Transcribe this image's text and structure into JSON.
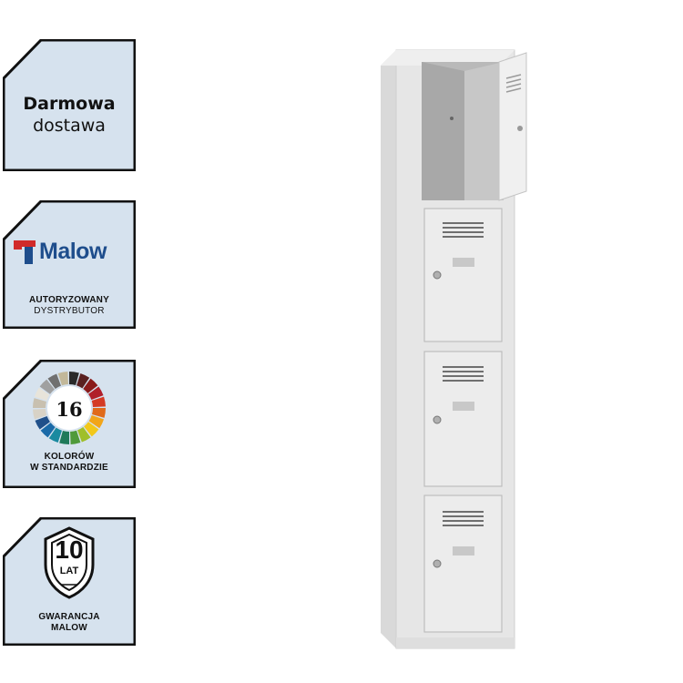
{
  "badges": {
    "delivery": {
      "line1": "Darmowa",
      "line2": "dostawa"
    },
    "distributor": {
      "brand": "Malow",
      "line1": "AUTORYZOWANY",
      "line2": "DYSTRYBUTOR"
    },
    "colors": {
      "count": "16",
      "line1": "KOLORÓW",
      "line2": "W STANDARDZIE"
    },
    "warranty": {
      "years": "10",
      "unit": "LAT",
      "line1": "GWARANCJA",
      "line2": "MALOW"
    }
  },
  "colors": {
    "badge_fill": "#d6e2ee",
    "badge_stroke": "#111111",
    "brand_blue": "#1e4d8c",
    "brand_red": "#d12a2a",
    "locker_body": "#e6e6e6",
    "locker_door": "#ececec"
  },
  "palette": [
    "#2a2a2a",
    "#5a2020",
    "#8a1a1a",
    "#b01f2a",
    "#d43a24",
    "#e06a1a",
    "#f2a51a",
    "#f2c81a",
    "#9fbf2a",
    "#4f9a3a",
    "#1f7a5a",
    "#1a8aa0",
    "#1a6aa8",
    "#20508a",
    "#d8d2c6",
    "#c8c0b0",
    "#e8e4da",
    "#a0a0a0",
    "#707070",
    "#c2b89a"
  ],
  "icons": {
    "shield": "shield-icon",
    "color_wheel": "color-wheel-icon",
    "brand_logo": "malow-logo-icon"
  }
}
